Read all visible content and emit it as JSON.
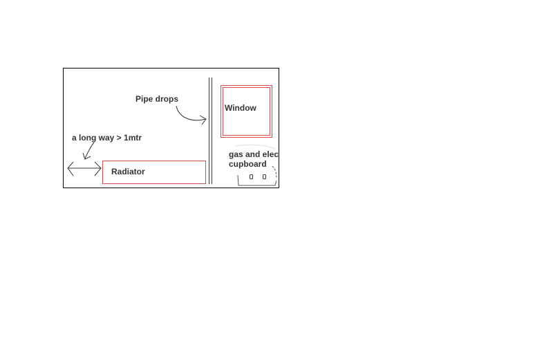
{
  "diagram": {
    "labels": {
      "pipe_drops": "Pipe drops",
      "window": "Window",
      "long_way": "a long way > 1mtr",
      "radiator": "Radiator",
      "cupboard_line1": "gas and elec",
      "cupboard_line2": "cupboard"
    },
    "colors": {
      "outline": "#000000",
      "red": "#d84a4a",
      "text": "#333333",
      "background": "#ffffff"
    }
  }
}
